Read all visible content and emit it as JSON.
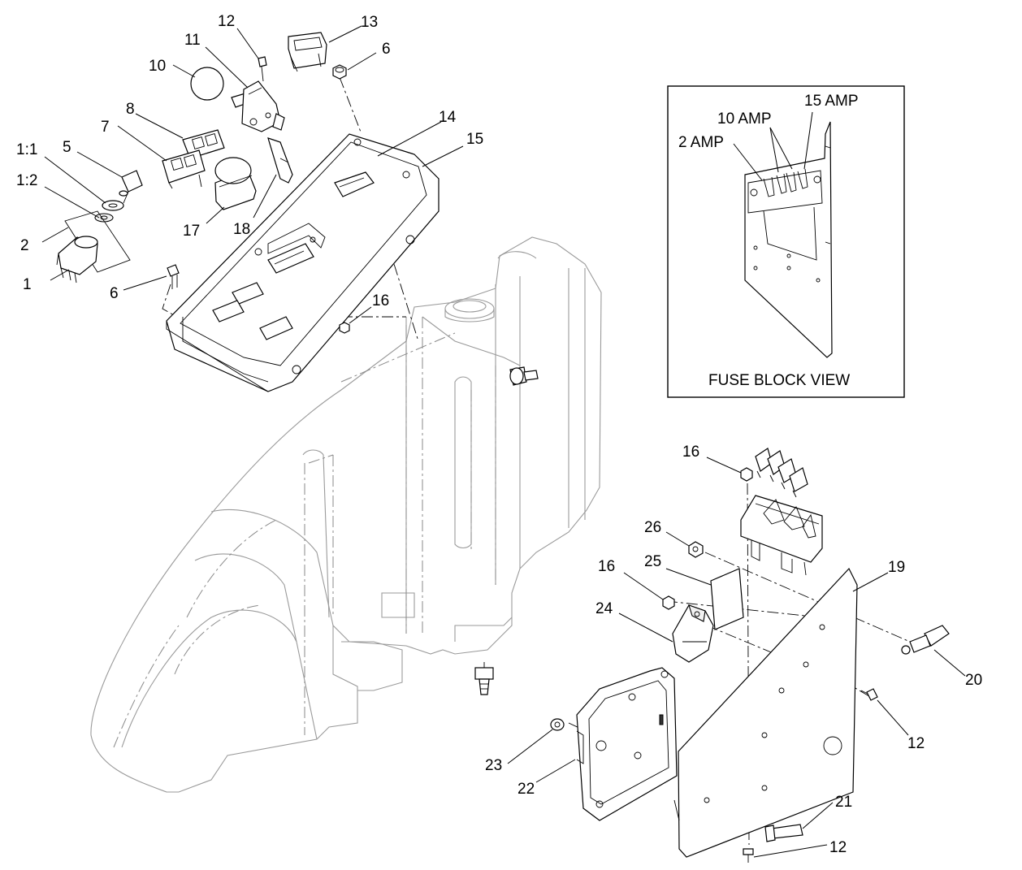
{
  "callouts": {
    "c1": "1",
    "c1_1": "1:1",
    "c1_2": "1:2",
    "c2": "2",
    "c5": "5",
    "c6a": "6",
    "c6b": "6",
    "c7": "7",
    "c8": "8",
    "c10": "10",
    "c11": "11",
    "c12a": "12",
    "c12b": "12",
    "c12c": "12",
    "c13": "13",
    "c14": "14",
    "c15": "15",
    "c16a": "16",
    "c16b": "16",
    "c16c": "16",
    "c17": "17",
    "c18": "18",
    "c19": "19",
    "c20": "20",
    "c21": "21",
    "c22": "22",
    "c23": "23",
    "c24": "24",
    "c25": "25",
    "c26": "26"
  },
  "inset": {
    "title": "FUSE BLOCK VIEW",
    "label_2amp": "2 AMP",
    "label_10amp": "10 AMP",
    "label_15amp": "15 AMP"
  }
}
